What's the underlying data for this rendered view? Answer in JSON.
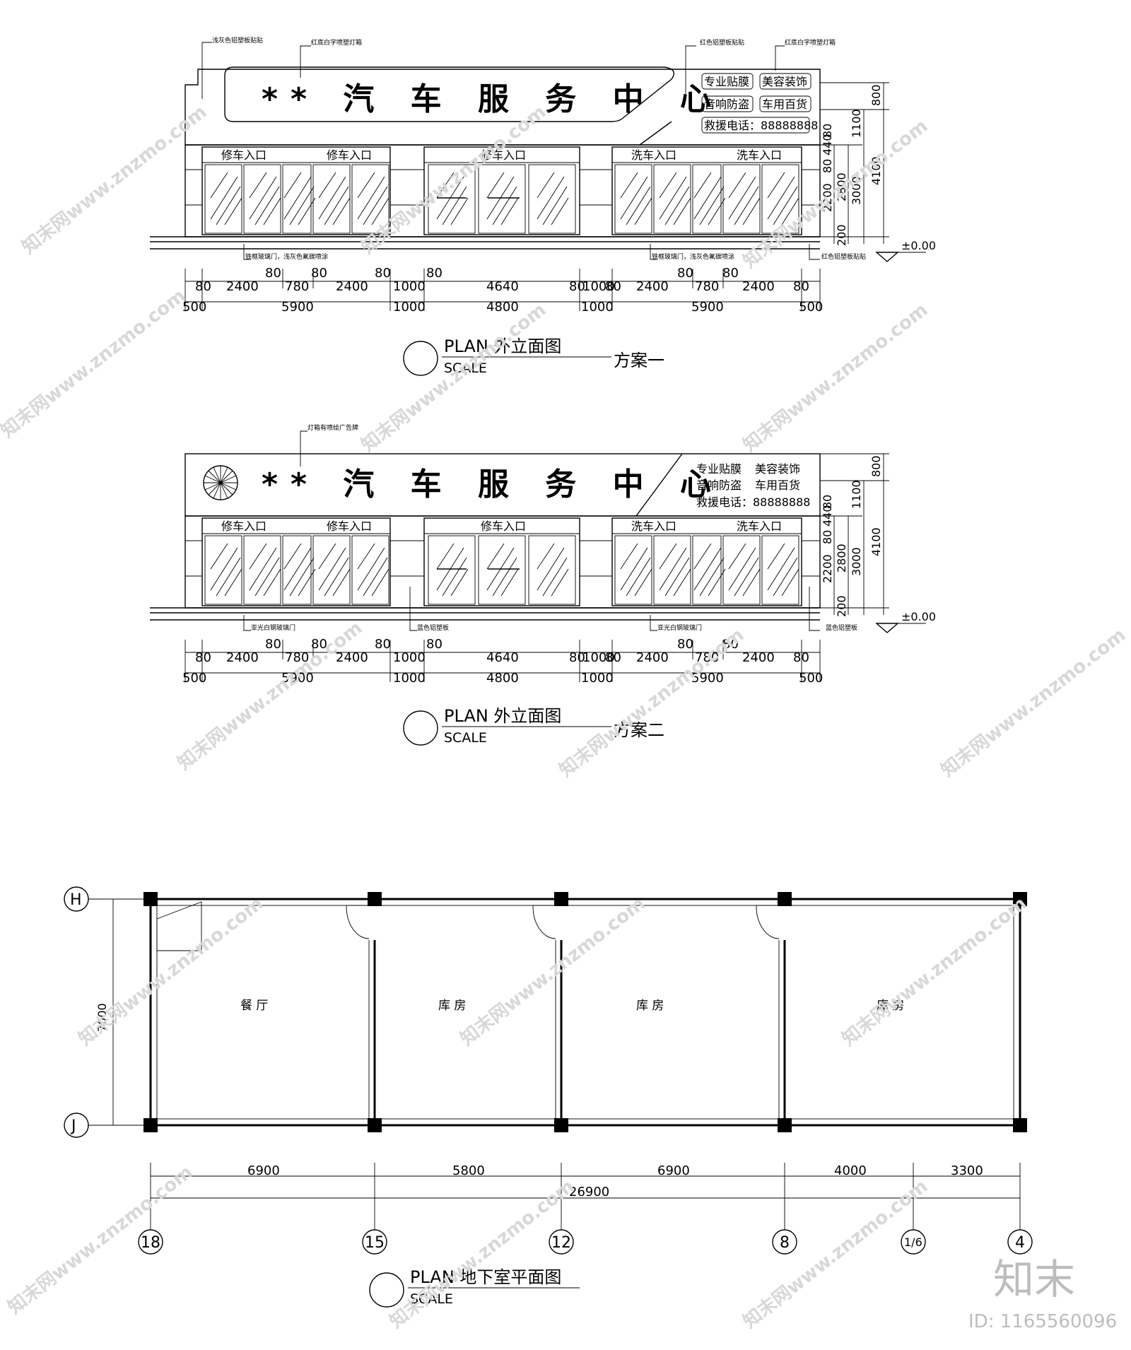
{
  "elevation1": {
    "callouts": [
      "浅灰色铝塑板贴贴",
      "红底白字喷塑灯箱",
      "红色铝塑板贴贴",
      "红底白字喷塑灯箱",
      "铁框玻璃门，浅灰色氟碳喷涂",
      "铁框玻璃门，浅灰色氟碳喷涂",
      "红色铝塑板贴贴"
    ],
    "sign_title": "** 汽 车 服 务 中 心",
    "services": [
      "专业贴膜",
      "美容装饰",
      "音响防盗",
      "车用百货"
    ],
    "phone": "救援电话：88888888",
    "entrances": [
      "修车入口",
      "修车入口",
      "修车入口",
      "洗车入口",
      "洗车入口"
    ],
    "dims_row1": [
      "80",
      "80",
      "2400",
      "780",
      "80",
      "2400",
      "80",
      "1000",
      "80",
      "4640",
      "80",
      "1000",
      "80",
      "2400",
      "80",
      "780",
      "80",
      "2400",
      "80"
    ],
    "dims_row2": [
      "500",
      "5900",
      "1000",
      "4800",
      "1000",
      "5900",
      "500"
    ],
    "vert_dims": [
      "800",
      "1100",
      "4100",
      "3000",
      "2800",
      "2200",
      "80",
      "440",
      "80",
      "200"
    ],
    "level": "±0.00",
    "title": "PLAN 外立面图",
    "scale": "SCALE",
    "scheme": "方案一"
  },
  "elevation2": {
    "callouts": [
      "灯箱有喷绘广告牌",
      "亚光白钢玻璃门",
      "蓝色铝塑板",
      "亚光白钢玻璃门",
      "蓝色铝塑板"
    ],
    "sign_title": "** 汽 车 服 务 中 心",
    "services": [
      "专业贴膜",
      "美容装饰",
      "音响防盗",
      "车用百货"
    ],
    "phone": "救援电话：88888888",
    "entrances": [
      "修车入口",
      "修车入口",
      "修车入口",
      "洗车入口",
      "洗车入口"
    ],
    "dims_row1": [
      "80",
      "80",
      "2400",
      "780",
      "80",
      "2400",
      "80",
      "1000",
      "80",
      "4640",
      "80",
      "1000",
      "80",
      "2400",
      "80",
      "780",
      "80",
      "2400",
      "80"
    ],
    "dims_row2": [
      "500",
      "5900",
      "1000",
      "4800",
      "1000",
      "5900",
      "500"
    ],
    "vert_dims": [
      "800",
      "1100",
      "4100",
      "3000",
      "2800",
      "2200",
      "80",
      "440",
      "80",
      "200"
    ],
    "level": "±0.00",
    "title": "PLAN 外立面图",
    "scale": "SCALE",
    "scheme": "方案二"
  },
  "basement": {
    "axis_rows": [
      "H",
      "J"
    ],
    "height_dim": "7000",
    "rooms": [
      "餐 厅",
      "库 房",
      "库 房",
      "库 房"
    ],
    "dims_row1": [
      "6900",
      "5800",
      "6900",
      "4000",
      "3300"
    ],
    "total": "26900",
    "axis_cols": [
      "18",
      "15",
      "12",
      "8",
      "1/6",
      "4"
    ],
    "title": "PLAN 地下室平面图",
    "scale": "SCALE"
  },
  "watermark": {
    "text": "知末网www.znzmo.com",
    "logo": "知末",
    "id": "ID: 1165560096"
  }
}
